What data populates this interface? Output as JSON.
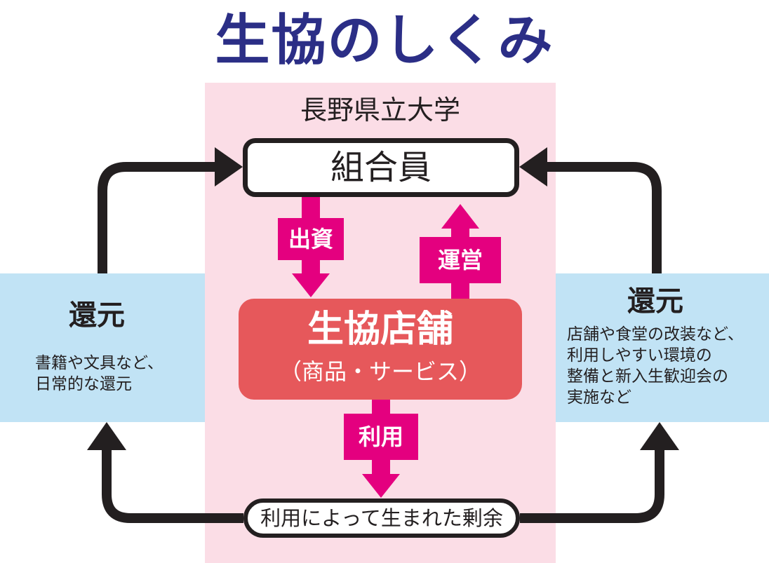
{
  "title": "生協のしくみ",
  "university": "長野県立大学",
  "member": "組合員",
  "store": {
    "title": "生協店舗",
    "subtitle": "（商品・サービス）"
  },
  "flows": {
    "investment": "出資",
    "management": "運営",
    "usage": "利用"
  },
  "surplus": "利用によって生まれた剰余",
  "left_return": {
    "heading": "還元",
    "lines": [
      "書籍や文具など、",
      "日常的な還元"
    ]
  },
  "right_return": {
    "heading": "還元",
    "lines": [
      "店舗や食堂の改装など、",
      "利用しやすい環境の",
      "整備と新入生歓迎会の",
      "実施など"
    ]
  },
  "colors": {
    "title": "#2b2e86",
    "university_band": "#fbdde6",
    "return_panel": "#c1e3f5",
    "store": "#e6585b",
    "flow": "#e4007f",
    "loop_arrow": "#231f20"
  }
}
